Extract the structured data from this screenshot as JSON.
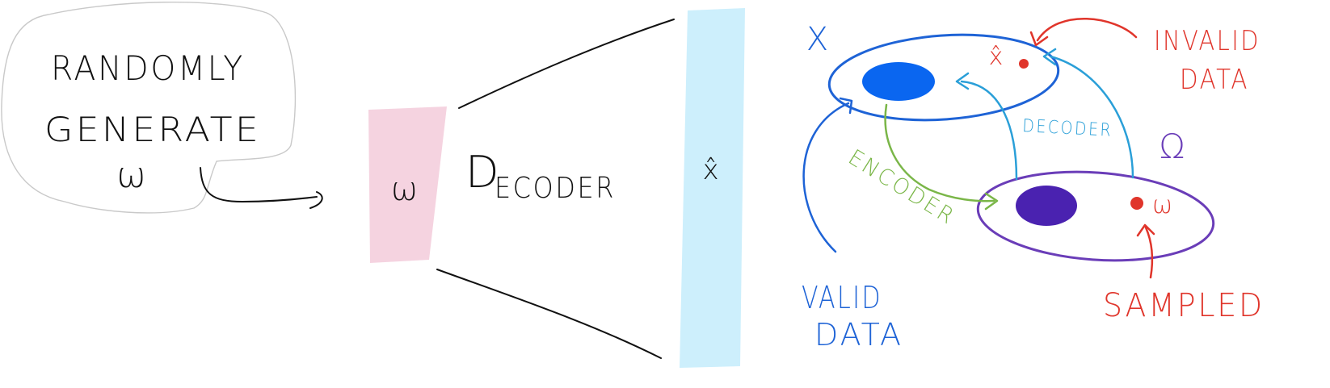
{
  "left_panel": {
    "bubble_lines": [
      "RANDOMLY",
      "GENERATE",
      "ω"
    ]
  },
  "middle_panel": {
    "latent_label": "ω",
    "decoder_label": "DECODER",
    "output_label": "x̂"
  },
  "right_panel": {
    "data_space_label": "X",
    "latent_space_label": "Ω",
    "encoder_label": "ENCODER",
    "decoder_label": "DECODER",
    "x_hat_label": "x̂",
    "omega_label": "ω",
    "valid_data_lines": [
      "VALID",
      "DATA"
    ],
    "invalid_data_lines": [
      "INVALID",
      "DATA"
    ],
    "sampled_label": "SAMPLED"
  },
  "colors": {
    "ink": "#111111",
    "latent_block": "#f5d3e0",
    "output_block": "#cdeffc",
    "blue": "#1e63d6",
    "blob_blue": "#0a66f0",
    "purple": "#6a3db8",
    "blob_purple": "#4a22b0",
    "light_blue": "#2a9fd8",
    "green": "#7ab648",
    "red": "#e0352b"
  }
}
